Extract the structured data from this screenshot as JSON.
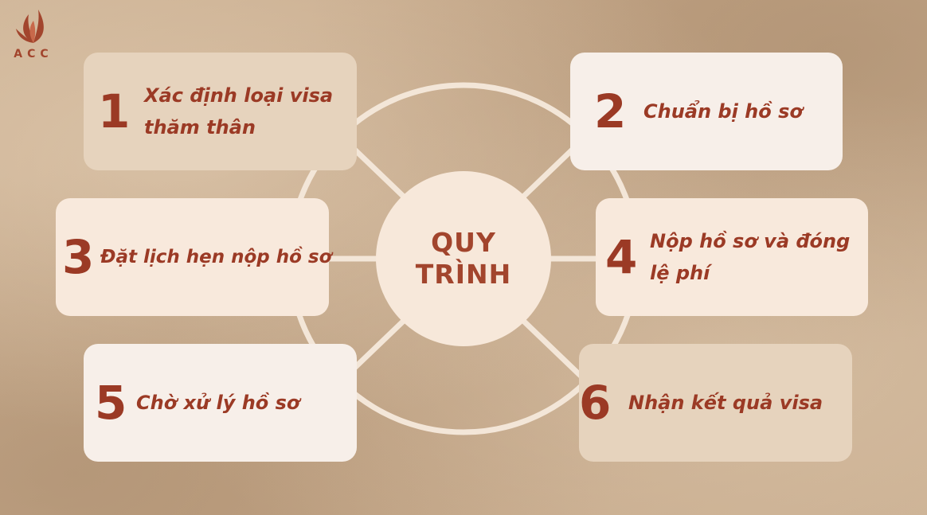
{
  "logo": {
    "text": "ACC",
    "color": "#a2452d"
  },
  "center": {
    "line1": "QUY",
    "line2": "TRÌNH"
  },
  "steps": [
    {
      "number": "1",
      "text": "Xác định loại visa thăm thân"
    },
    {
      "number": "2",
      "text": "Chuẩn bị hồ sơ"
    },
    {
      "number": "3",
      "text": "Đặt lịch hẹn nộp hồ sơ"
    },
    {
      "number": "4",
      "text": "Nộp hồ sơ và đóng lệ phí"
    },
    {
      "number": "5",
      "text": "Chờ xử lý hồ sơ"
    },
    {
      "number": "6",
      "text": "Nhận kết quả visa"
    }
  ],
  "colors": {
    "accent": "#9b3a25",
    "box_dark": "#e6d3bd",
    "box_light": "#f7efe9",
    "connector": "#f3e6d8"
  }
}
